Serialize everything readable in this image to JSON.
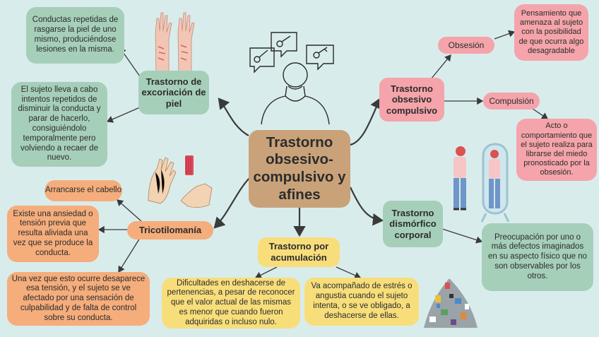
{
  "center": {
    "text": "Trastorno obsesivo-compulsivo y afines"
  },
  "excoriacion": {
    "title": "Trastorno de excoriación de piel",
    "desc1": "Conductas repetidas de rasgarse la piel de uno mismo, produciéndose lesiones en la misma.",
    "desc2": "El sujeto lleva a cabo intentos repetidos de disminuir la conducta y parar de hacerlo, consiguiéndolo temporalmente pero volviendo a recaer de nuevo."
  },
  "toc": {
    "title": "Trastorno obsesivo compulsivo",
    "obsesion": "Obsesión",
    "obsesion_desc": "Pensamiento que amenaza al sujeto con la posibilidad de que ocurra algo desagradable",
    "compulsion": "Compulsión",
    "compulsion_desc": "Acto o comportamiento que el sujeto realiza para librarse del miedo pronosticado por la obsesión."
  },
  "tricotilomania": {
    "title": "Tricotilomanía",
    "arrancarse": "Arrancarse el cabello",
    "desc1": "Existe una ansiedad o tensión previa que resulta aliviada una vez que se produce la conducta.",
    "desc2": "Una vez que esto ocurre desaparece esa tensión, y el sujeto se ve afectado por una sensación de culpabilidad y de falta de control sobre su conducta."
  },
  "acumulacion": {
    "title": "Trastorno por acumulación",
    "desc1": "Dificultades en deshacerse de pertenencias, a pesar de reconocer que el valor actual de las mismas es menor que cuando fueron adquiridas o incluso nulo.",
    "desc2": "Va acompañado de estrés o angustia cuando el sujeto intenta, o se ve obligado, a deshacerse de ellas."
  },
  "dismorfico": {
    "title": "Trastorno dismórfico corporal",
    "desc": "Preocupación por uno o más defectos imaginados en su aspecto físico que no son observables por los otros."
  },
  "colors": {
    "background": "#d9ecec",
    "green": "#a6cfb9",
    "pink": "#f4a4aa",
    "orange": "#f5ad7c",
    "yellow": "#f8de7b",
    "brown": "#c9a27a",
    "arrow": "#3a3a3a"
  },
  "icons": [
    "thinking-person-icon",
    "scratched-arms-icon",
    "hands-hair-comb-icon",
    "woman-mirror-icon",
    "trash-pile-icon"
  ]
}
